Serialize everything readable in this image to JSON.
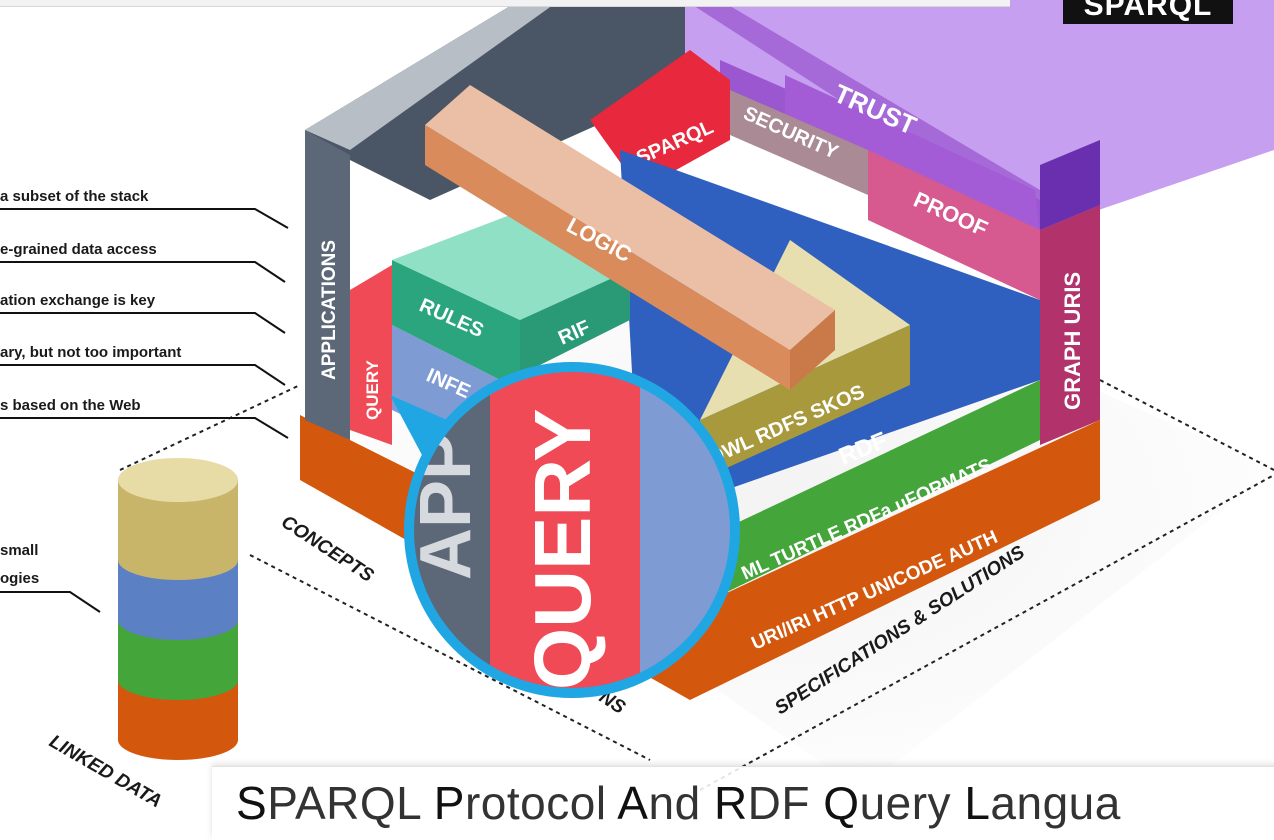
{
  "badge": "SPARQL",
  "notes": [
    "a subset of the stack",
    "e-grained data access",
    "ation exchange is key",
    "ary, but not too important",
    "s based on the Web",
    "small",
    "ogies"
  ],
  "blocks": {
    "trust": "TRUST",
    "security": "SECURITY",
    "sparql": "SPARQL",
    "proof": "PROOF",
    "logic": "LOGIC",
    "applications": "APPLICATIONS",
    "query": "QUERY",
    "rules": "RULES",
    "rif": "RIF",
    "infer": "INFE",
    "owl": "OWL RDFS SKOS",
    "rdf": "RDF",
    "formats": "ML TURTLE RDFa μFORMATS",
    "base": "URI/IRI HTTP UNICODE AUTH",
    "graph": "GRAPH URIS"
  },
  "magnifier": {
    "left": "APP",
    "center": "QUERY"
  },
  "axes": {
    "concepts": "CONCEPTS",
    "concepts_tail": "NS",
    "specs": "SPECIFICATIONS & SOLUTIONS",
    "linked": "LINKED DATA"
  },
  "caption": [
    {
      "t": "S",
      "hl": true
    },
    {
      "t": "PARQL ",
      "hl": false
    },
    {
      "t": "P",
      "hl": true
    },
    {
      "t": "rotocol ",
      "hl": false
    },
    {
      "t": "A",
      "hl": true
    },
    {
      "t": "nd ",
      "hl": false
    },
    {
      "t": "R",
      "hl": true
    },
    {
      "t": "DF ",
      "hl": false
    },
    {
      "t": "Q",
      "hl": true
    },
    {
      "t": "uery ",
      "hl": false
    },
    {
      "t": "L",
      "hl": true
    },
    {
      "t": "angua",
      "hl": false
    }
  ],
  "colors": {
    "trust": "#a45cd6",
    "trust_top": "#c79ff0",
    "proof": "#d65a8f",
    "security": "#a98a95",
    "sparql": "#e8283c",
    "logic": "#d98b5c",
    "logic_top": "#eabfa5",
    "rdf": "#2f5fbf",
    "owl": "#a89a3c",
    "formats": "#43a53a",
    "base": "#d4570e",
    "apps": "#5c6877",
    "query": "#ef4a55",
    "rules": "#2aa57e",
    "rules_top": "#8fe0c4",
    "graph": "#b2326b",
    "magnifier_ring": "#20a6e3"
  }
}
